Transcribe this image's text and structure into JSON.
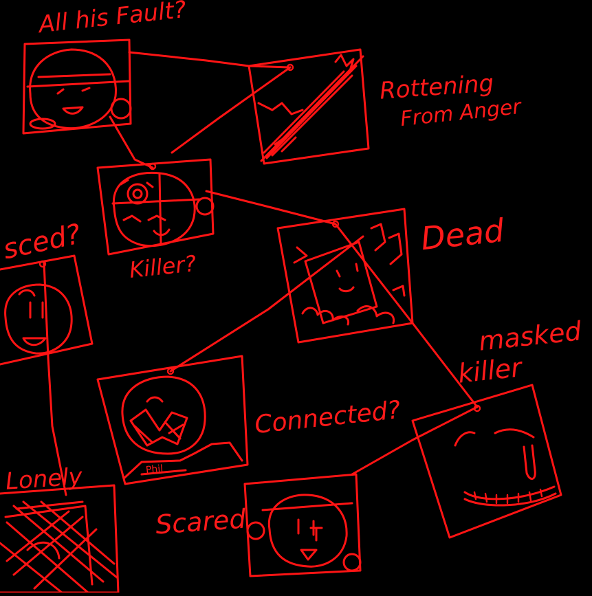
{
  "canvas": {
    "background": "#000000",
    "ink_color": "#ff1414"
  },
  "labels": {
    "all_his_fault": "All his Fault?",
    "rottening": "Rottening",
    "from_anger": "From Anger",
    "killer_q": "Killer?",
    "dead": "Dead",
    "scared_top": "sced?",
    "masked": "masked",
    "killer": "killer",
    "connected": "Connected?",
    "lonely": "Lonely",
    "scared": "Scared",
    "name_tag": "Phil"
  }
}
